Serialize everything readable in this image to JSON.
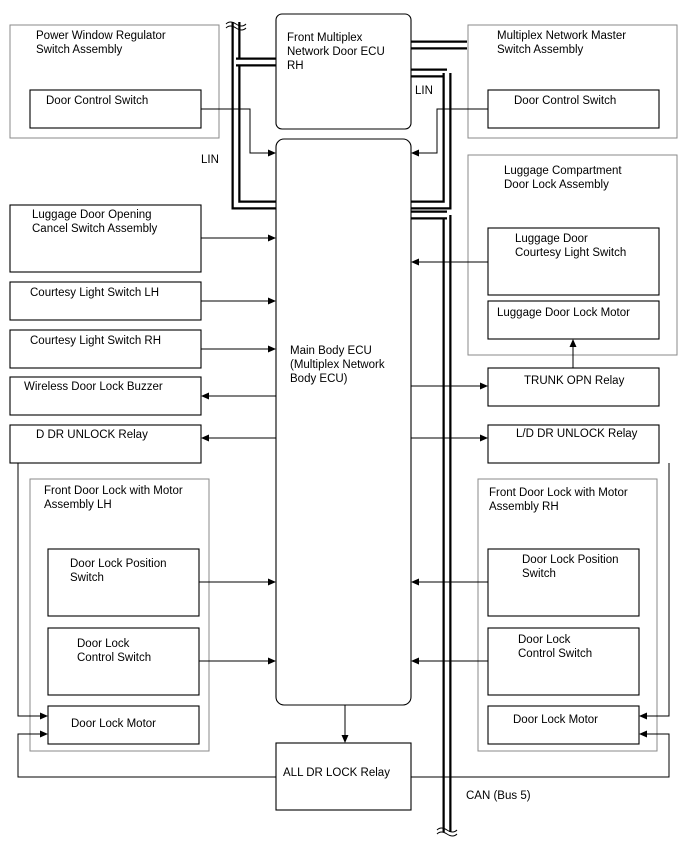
{
  "labels": {
    "pwr_assembly": [
      "Power Window Regulator",
      "Switch Assembly"
    ],
    "door_control_left": [
      "Door Control Switch"
    ],
    "front_mux_ecu": [
      "Front Multiplex",
      "Network Door ECU",
      "RH"
    ],
    "master_assembly": [
      "Multiplex Network Master",
      "Switch Assembly"
    ],
    "door_control_right": [
      "Door Control Switch"
    ],
    "lin_top": [
      "LIN"
    ],
    "lin_left": [
      "LIN"
    ],
    "luggage_compartment": [
      "Luggage Compartment",
      "Door Lock Assembly"
    ],
    "luggage_courtesy": [
      "Luggage Door",
      "Courtesy Light Switch"
    ],
    "luggage_motor": [
      "Luggage Door Lock Motor"
    ],
    "luggage_cancel": [
      "Luggage Door Opening",
      "Cancel Switch Assembly"
    ],
    "courtesy_lh": [
      "Courtesy Light Switch LH"
    ],
    "courtesy_rh": [
      "Courtesy Light Switch RH"
    ],
    "main_body_ecu": [
      "Main Body ECU",
      "(Multiplex Network",
      "Body ECU)"
    ],
    "wireless_buzzer": [
      "Wireless Door Lock Buzzer"
    ],
    "trunk_relay": [
      "TRUNK OPN Relay"
    ],
    "d_dr_unlock": [
      "D DR UNLOCK Relay"
    ],
    "ld_dr_unlock": [
      "L/D DR UNLOCK Relay"
    ],
    "front_lh": [
      "Front Door Lock with Motor",
      "Assembly LH"
    ],
    "front_rh": [
      "Front Door Lock with Motor",
      "Assembly RH"
    ],
    "pos_sw_lh": [
      "Door Lock Position",
      "Switch"
    ],
    "pos_sw_rh": [
      "Door Lock Position",
      "Switch"
    ],
    "ctrl_sw_lh": [
      "Door Lock",
      "Control Switch"
    ],
    "ctrl_sw_rh": [
      "Door Lock",
      "Control Switch"
    ],
    "motor_lh": [
      "Door Lock Motor"
    ],
    "motor_rh": [
      "Door Lock Motor"
    ],
    "all_dr_lock": [
      "ALL DR LOCK Relay"
    ],
    "can_bus": [
      "CAN (Bus 5)"
    ]
  }
}
